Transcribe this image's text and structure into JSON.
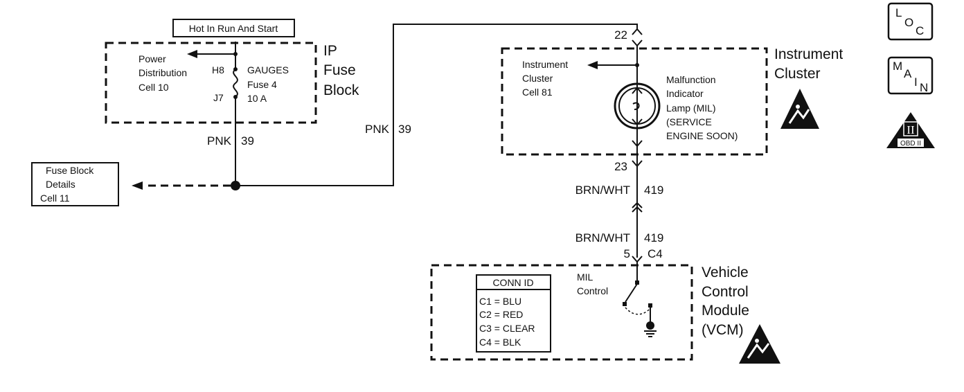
{
  "power_label": "Hot In Run And Start",
  "fuse_block": {
    "title_lines": [
      "IP",
      "Fuse",
      "Block"
    ],
    "power_dist_lines": [
      "Power",
      "Distribution",
      "Cell 10"
    ],
    "pin_top": "H8",
    "pin_bottom": "J7",
    "fuse_lines": [
      "GAUGES",
      "Fuse 4",
      "10 A"
    ]
  },
  "fuse_details_lines": [
    "Fuse Block",
    "Details",
    "Cell 11"
  ],
  "wires": {
    "left_color": "PNK",
    "left_num": "39",
    "mid_color": "PNK",
    "mid_num": "39",
    "upper_color": "BRN/WHT",
    "upper_num": "419",
    "lower_color": "BRN/WHT",
    "lower_num": "419"
  },
  "cluster": {
    "title_lines": [
      "Instrument",
      "Cluster"
    ],
    "pin_top": "22",
    "pin_bottom": "23",
    "cell_lines": [
      "Instrument",
      "Cluster",
      "Cell 81"
    ],
    "lamp_lines": [
      "Malfunction",
      "Indicator",
      "Lamp (MIL)",
      "(SERVICE",
      "ENGINE SOON)"
    ]
  },
  "vcm": {
    "title_lines": [
      "Vehicle",
      "Control",
      "Module",
      "(VCM)"
    ],
    "pin": "5",
    "connector": "C4",
    "control_lines": [
      "MIL",
      "Control"
    ],
    "conn_id_title": "CONN ID",
    "conn_id_rows": [
      "C1 = BLU",
      "C2 = RED",
      "C3 = CLEAR",
      "C4 = BLK"
    ]
  },
  "nav": {
    "loc_letters": [
      "L",
      "O",
      "C"
    ],
    "main_letters": [
      "M",
      "A",
      "I",
      "N"
    ],
    "obd_numeral": "II",
    "obd_label": "OBD II"
  }
}
